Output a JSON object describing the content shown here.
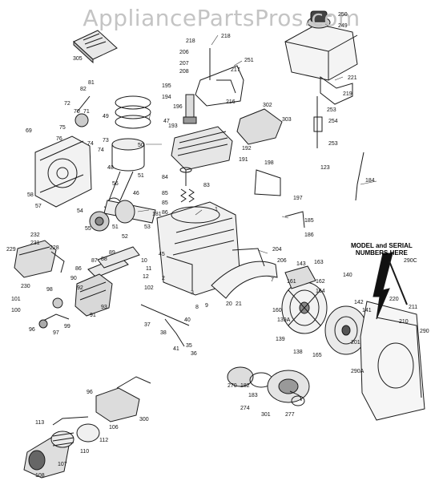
{
  "watermark": "AppliancePartsPros.com",
  "notice": {
    "line1": "MODEL and SERIAL",
    "line2": "NUMBERS HERE"
  },
  "labels": [
    "250",
    "249",
    "218",
    "218",
    "305",
    "206",
    "207",
    "251",
    "208",
    "217",
    "195",
    "221",
    "216",
    "219",
    "194",
    "196",
    "302",
    "303",
    "253",
    "254",
    "253",
    "193",
    "82",
    "81",
    "72",
    "70",
    "71",
    "49",
    "47",
    "75",
    "76",
    "74",
    "74",
    "73",
    "69",
    "192",
    "191",
    "50",
    "48",
    "51",
    "198",
    "123",
    "58",
    "57",
    "84",
    "83",
    "184",
    "56",
    "46",
    "85",
    "85",
    "86",
    "197",
    "54",
    "55",
    "181",
    "51",
    "53",
    "52",
    "1",
    "185",
    "186",
    "232",
    "231",
    "228",
    "229",
    "204",
    "206",
    "89",
    "87",
    "88",
    "86",
    "90",
    "92",
    "93",
    "91",
    "10",
    "11",
    "12",
    "45",
    "2",
    "143",
    "163",
    "161",
    "162",
    "164",
    "140",
    "290C",
    "230",
    "98",
    "97",
    "96",
    "99",
    "100",
    "101",
    "102",
    "3",
    "8",
    "9",
    "7",
    "20",
    "21",
    "160",
    "139A",
    "142",
    "141",
    "220",
    "211",
    "210",
    "290",
    "37",
    "38",
    "40",
    "41",
    "35",
    "36",
    "139",
    "138",
    "165",
    "201",
    "290A",
    "96",
    "300",
    "106",
    "113",
    "112",
    "110",
    "107",
    "108",
    "270",
    "182",
    "183",
    "274",
    "301",
    "277"
  ]
}
